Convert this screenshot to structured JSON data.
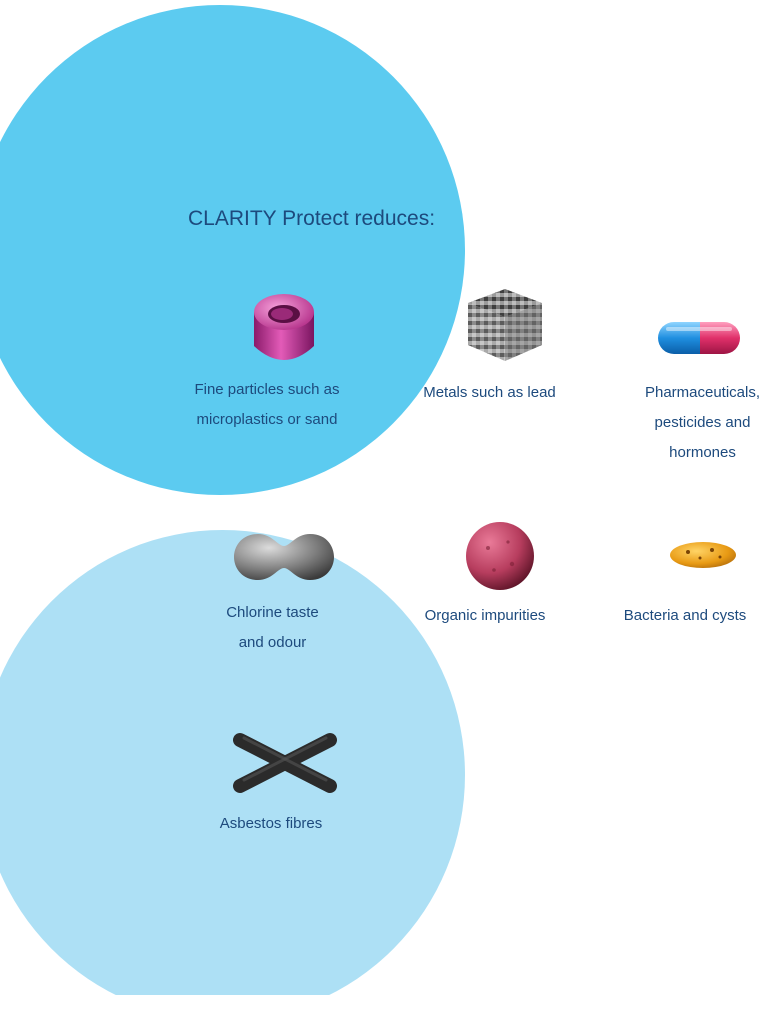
{
  "heading": "CLARITY Protect reduces:",
  "items": [
    {
      "id": "fine-particles",
      "lines": [
        "Fine particles such as",
        "microplastics or sand"
      ],
      "icon": "ring-tube-icon",
      "color": "#d0409a"
    },
    {
      "id": "metals",
      "lines": [
        "Metals such as lead"
      ],
      "icon": "metal-cube-icon",
      "color": "#8a8a8a"
    },
    {
      "id": "pharmaceuticals",
      "lines": [
        "Pharmaceuticals,",
        "pesticides and",
        "hormones"
      ],
      "icon": "capsule-icon",
      "color": "#2f9ee8"
    },
    {
      "id": "chlorine",
      "lines": [
        "Chlorine taste",
        "and odour"
      ],
      "icon": "peanut-blob-icon",
      "color": "#8c8c8c"
    },
    {
      "id": "organic",
      "lines": [
        "Organic impurities"
      ],
      "icon": "red-sphere-icon",
      "color": "#c2496a"
    },
    {
      "id": "bacteria",
      "lines": [
        "Bacteria and cysts"
      ],
      "icon": "bacterium-icon",
      "color": "#e8a21a"
    },
    {
      "id": "asbestos",
      "lines": [
        "Asbestos fibres"
      ],
      "icon": "crossed-fibres-icon",
      "color": "#2b2b2b"
    }
  ],
  "colors": {
    "circle_primary": "#5ccbf0",
    "circle_secondary": "#ade0f5",
    "text": "#1d4a7d"
  }
}
